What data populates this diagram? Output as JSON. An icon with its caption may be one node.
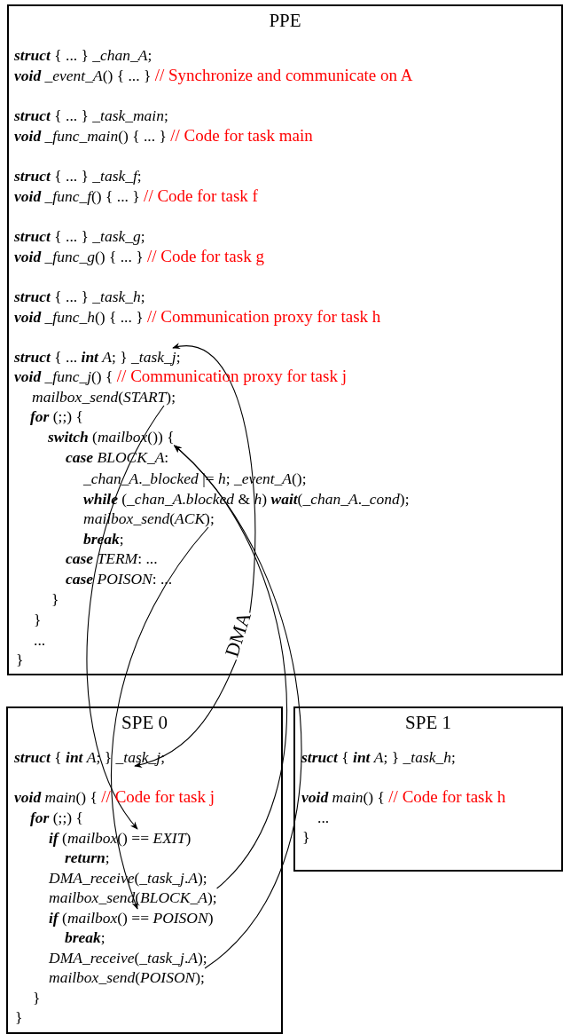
{
  "diagram": {
    "nodes": [
      {
        "text": [
          "PPE"
        ]
      },
      {
        "text": [
          "**struct** { ... } *_chan_A*;"
        ],
        "in": 0
      },
      {
        "text": [
          "**void** *_event_A*() { ... }",
          "// Synchronize and communicate on A"
        ],
        "in": 0
      },
      {
        "text": [
          "**struct** { ... } *_task_main*;"
        ],
        "in": 0
      },
      {
        "text": [
          "**void** *_func_main*() { ... }",
          "// Code for task main"
        ],
        "in": 0
      },
      {
        "text": [
          "**struct** { ... } *_task_f*;"
        ],
        "in": 0
      },
      {
        "text": [
          "**void** *_func_f*() { ... }",
          "// Code for task f"
        ],
        "in": 0
      },
      {
        "text": [
          "**struct** { ... } *_task_g*;"
        ],
        "in": 0
      },
      {
        "text": [
          "**void** *_func_g*() { ... }",
          "// Code for task g"
        ],
        "in": 0
      },
      {
        "text": [
          "**struct** { ... } *_task_h*;"
        ],
        "in": 0
      },
      {
        "text": [
          "**void** *_func_h*() { ... }",
          "// Communication proxy for task h"
        ],
        "in": 0
      },
      {
        "text": [
          "**struct** { ... **int** *A*; } *_task_j*;"
        ],
        "in": 0
      },
      {
        "text": [
          "**void** *_func_j*() {",
          "// Communication proxy for task j"
        ],
        "in": 0
      },
      {
        "text": [
          "*mailbox_send*(*START*);"
        ],
        "in": 0
      },
      {
        "text": [
          "**for** (;;) {"
        ],
        "in": 0
      },
      {
        "text": [
          "**switch** (*mailbox*()) {"
        ],
        "in": 0
      },
      {
        "text": [
          "**case** *BLOCK_A*:"
        ],
        "in": 0
      },
      {
        "text": [
          "*_chan_A*.*_blocked* |= *h*; *_event_A*();"
        ],
        "in": 0
      },
      {
        "text": [
          "**while** (*_chan_A*.*blocked* & *h*) **wait**(*_chan_A*.*_cond*);"
        ],
        "in": 0
      },
      {
        "text": [
          "*mailbox_send*(*ACK*);"
        ],
        "in": 0
      },
      {
        "text": [
          "**break**;"
        ],
        "in": 0
      },
      {
        "text": [
          "**case** *TERM*: ..."
        ],
        "in": 0
      },
      {
        "text": [
          "**case** *POISON*: ..."
        ],
        "in": 0
      },
      {
        "text": [
          "}"
        ],
        "in": 0
      },
      {
        "text": [
          "}"
        ],
        "in": 0
      },
      {
        "text": [
          "..."
        ],
        "in": 0
      },
      {
        "text": [
          "}"
        ],
        "in": 0
      },
      {
        "text": [
          "SPE 0"
        ]
      },
      {
        "text": [
          "**struct** { **int** *A*; } *_task_j*;"
        ],
        "in": 27
      },
      {
        "text": [
          "**void** *main*() {",
          "// Code for task j"
        ],
        "in": 27
      },
      {
        "text": [
          "**for** (;;) {"
        ],
        "in": 27
      },
      {
        "text": [
          "**if** (*mailbox*() == *EXIT*)"
        ],
        "in": 27
      },
      {
        "text": [
          "**return**;"
        ],
        "in": 27
      },
      {
        "text": [
          "*DMA_receive*(*_task_j*.*A*);"
        ],
        "in": 27
      },
      {
        "text": [
          "*mailbox_send*(*BLOCK_A*);"
        ],
        "in": 27
      },
      {
        "text": [
          "**if** (*mailbox*() == *POISON*)"
        ],
        "in": 27
      },
      {
        "text": [
          "**break**;"
        ],
        "in": 27
      },
      {
        "text": [
          "*DMA_receive*(*_task_j*.*A*);"
        ],
        "in": 27
      },
      {
        "text": [
          "*mailbox_send*(*POISON*);"
        ],
        "in": 27
      },
      {
        "text": [
          "}"
        ],
        "in": 27
      },
      {
        "text": [
          "}"
        ],
        "in": 27
      },
      {
        "text": [
          "SPE 1"
        ]
      },
      {
        "text": [
          "**struct** { **int** *A*; } *_task_h*;"
        ],
        "in": 41
      },
      {
        "text": [
          "**void** *main*() {",
          "// Code for task h"
        ],
        "in": 41
      },
      {
        "text": [
          "..."
        ],
        "in": 41
      },
      {
        "text": [
          "}"
        ],
        "in": 41
      }
    ],
    "edges": [
      {
        "from": 13,
        "to": 31,
        "arrow": "to"
      },
      {
        "from": 19,
        "to": 35,
        "arrow": "to"
      },
      {
        "from": 34,
        "to": 15,
        "arrow": "to"
      },
      {
        "from": 38,
        "to": 15,
        "arrow": "to"
      },
      {
        "from": 11,
        "to": 28,
        "arrow": "both",
        "label": "DMA"
      }
    ]
  }
}
